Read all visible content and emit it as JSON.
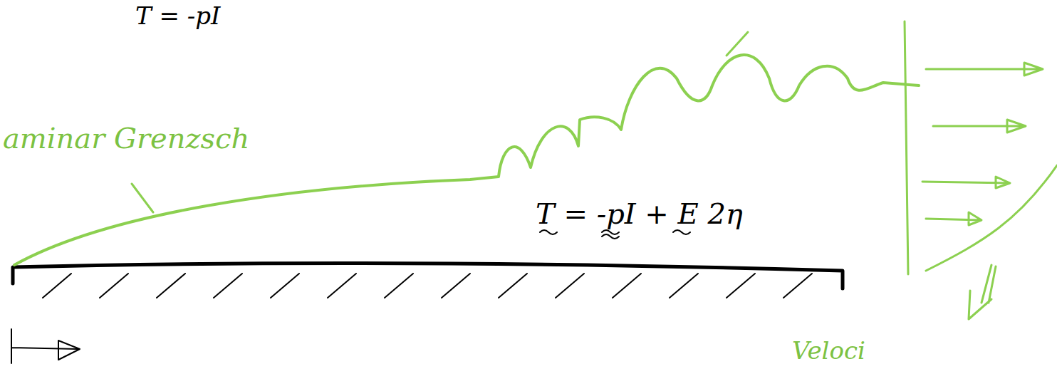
{
  "diagram": {
    "labels": [
      "T = -pI",
      "aminar Grenzsch",
      "T = -pI + E 2η",
      "Veloci"
    ]
  }
}
